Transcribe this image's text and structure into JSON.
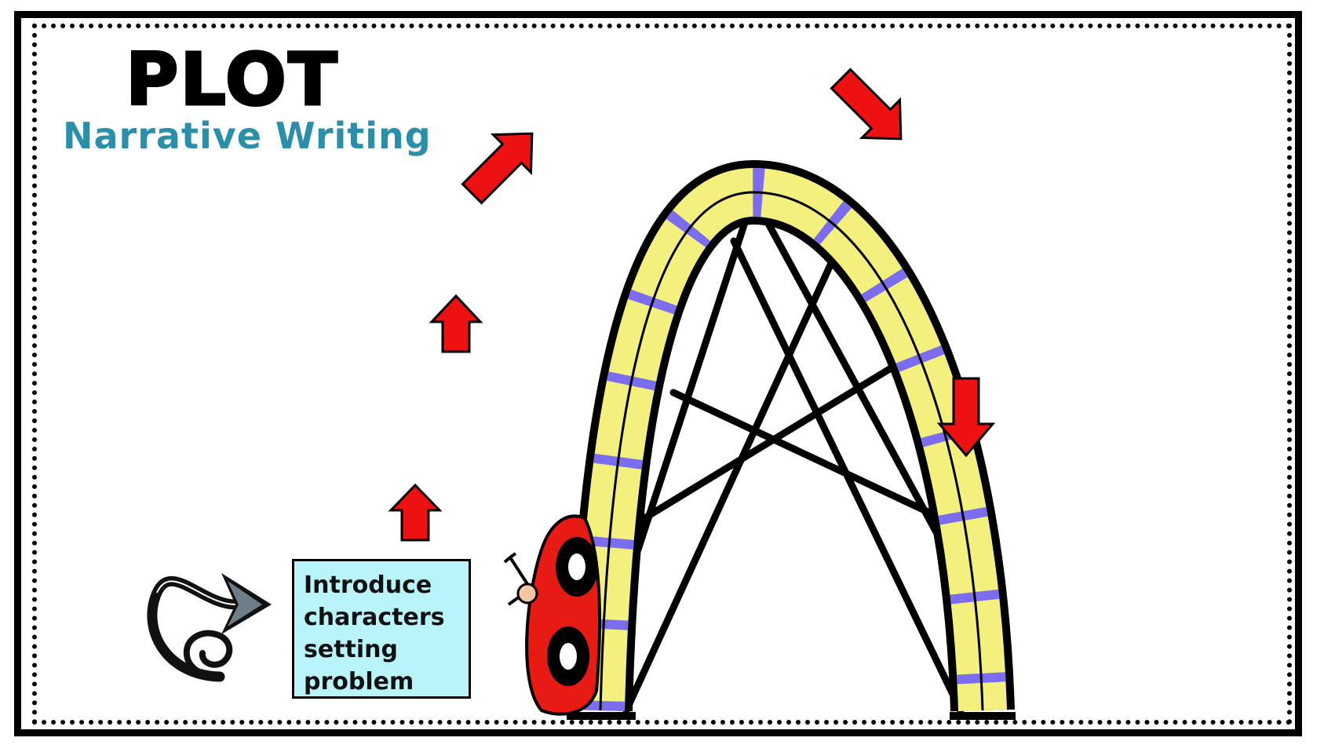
{
  "slide": {
    "title": "PLOT",
    "subtitle": "Narrative Writing"
  },
  "stage_box": {
    "lines": [
      "Introduce",
      "characters",
      "setting",
      "problem"
    ]
  },
  "icons": {
    "spiral_arrow": "spiral-arrow-icon",
    "rollercoaster": "rollercoaster-icon",
    "car": "coaster-car-icon",
    "arrow": "red-arrow-icon"
  },
  "colors": {
    "track": "#f3f07e",
    "tie": "#7b6cf0",
    "arrow": "#ee1111",
    "title_subtitle": "#2a8fa8",
    "box_fill": "#b8f4f9"
  }
}
